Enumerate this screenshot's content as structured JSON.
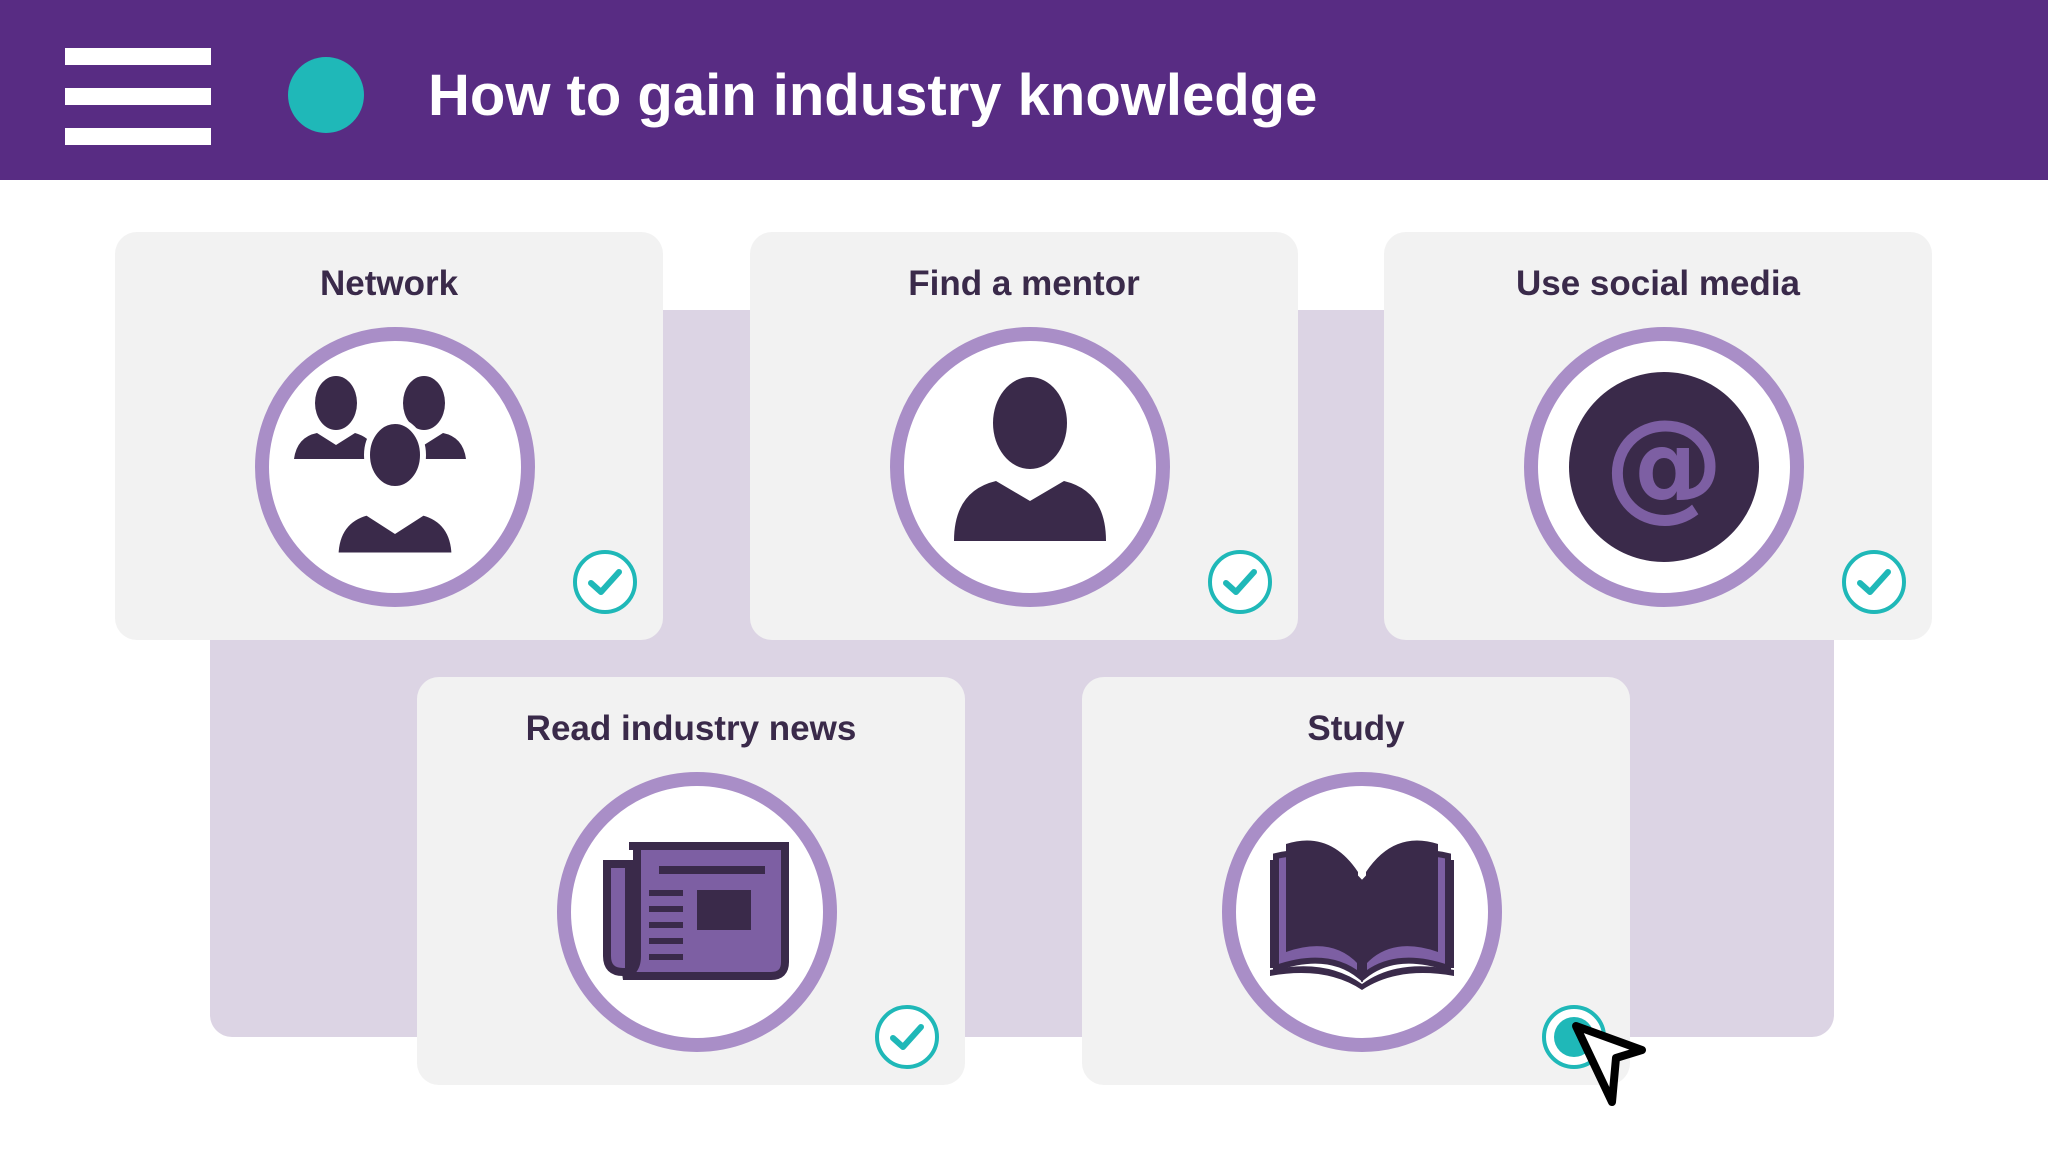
{
  "header": {
    "title": "How to gain industry knowledge",
    "menu_icon": "hamburger-menu-icon",
    "status_color": "#1fb8b8",
    "background_color": "#582c83"
  },
  "cards": [
    {
      "label": "Network",
      "icon": "people-group-icon",
      "state": "checked"
    },
    {
      "label": "Find a mentor",
      "icon": "person-icon",
      "state": "checked"
    },
    {
      "label": "Use social media",
      "icon": "at-sign-icon",
      "state": "checked"
    },
    {
      "label": "Read industry news",
      "icon": "newspaper-icon",
      "state": "checked"
    },
    {
      "label": "Study",
      "icon": "open-book-icon",
      "state": "selected"
    }
  ],
  "colors": {
    "accent": "#1fb8b8",
    "ring": "#a98ec7",
    "icon_dark": "#3a2a4a",
    "icon_mid": "#7d5fa3",
    "backdrop": "#dcd4e4",
    "card": "#f2f2f2"
  }
}
